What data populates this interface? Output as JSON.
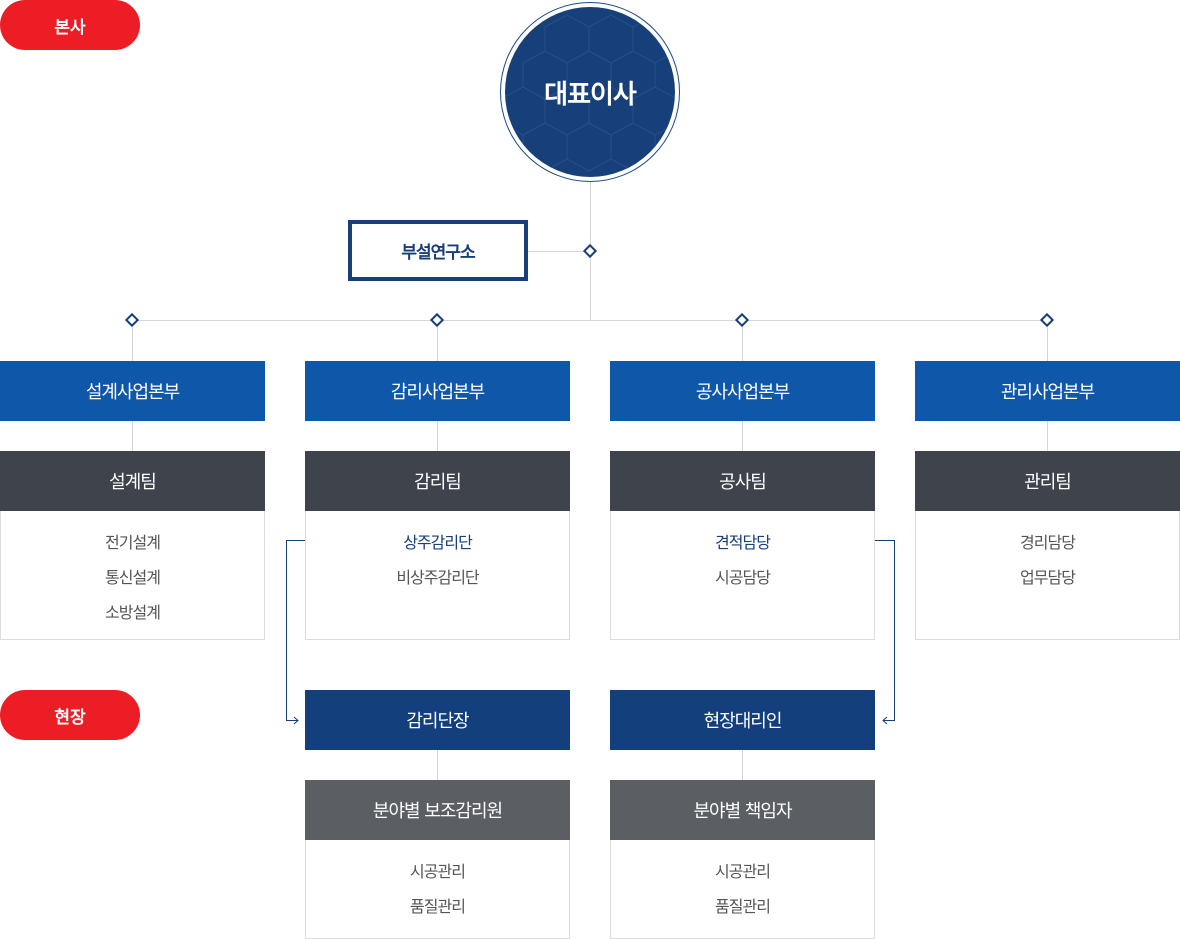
{
  "labels": {
    "hq": "본사",
    "site": "현장"
  },
  "ceo": "대표이사",
  "lab": "부설연구소",
  "divisions": [
    {
      "title": "설계사업본부",
      "team": "설계팀",
      "items": [
        "전기설계",
        "통신설계",
        "소방설계"
      ]
    },
    {
      "title": "감리사업본부",
      "team": "감리팀",
      "items": [
        "상주감리단",
        "비상주감리단"
      ]
    },
    {
      "title": "공사사업본부",
      "team": "공사팀",
      "items": [
        "견적담당",
        "시공담당"
      ]
    },
    {
      "title": "관리사업본부",
      "team": "관리팀",
      "items": [
        "경리담당",
        "업무담당"
      ]
    }
  ],
  "site_units": [
    {
      "title": "감리단장",
      "sub": "분야별 보조감리원",
      "items": [
        "시공관리",
        "품질관리"
      ]
    },
    {
      "title": "현장대리인",
      "sub": "분야별 책임자",
      "items": [
        "시공관리",
        "품질관리"
      ]
    }
  ],
  "colors": {
    "accent_red": "#ec1d25",
    "navy": "#173f7a",
    "blue": "#0f57a8",
    "dark": "#3f434c",
    "gray": "#5b5e63"
  }
}
